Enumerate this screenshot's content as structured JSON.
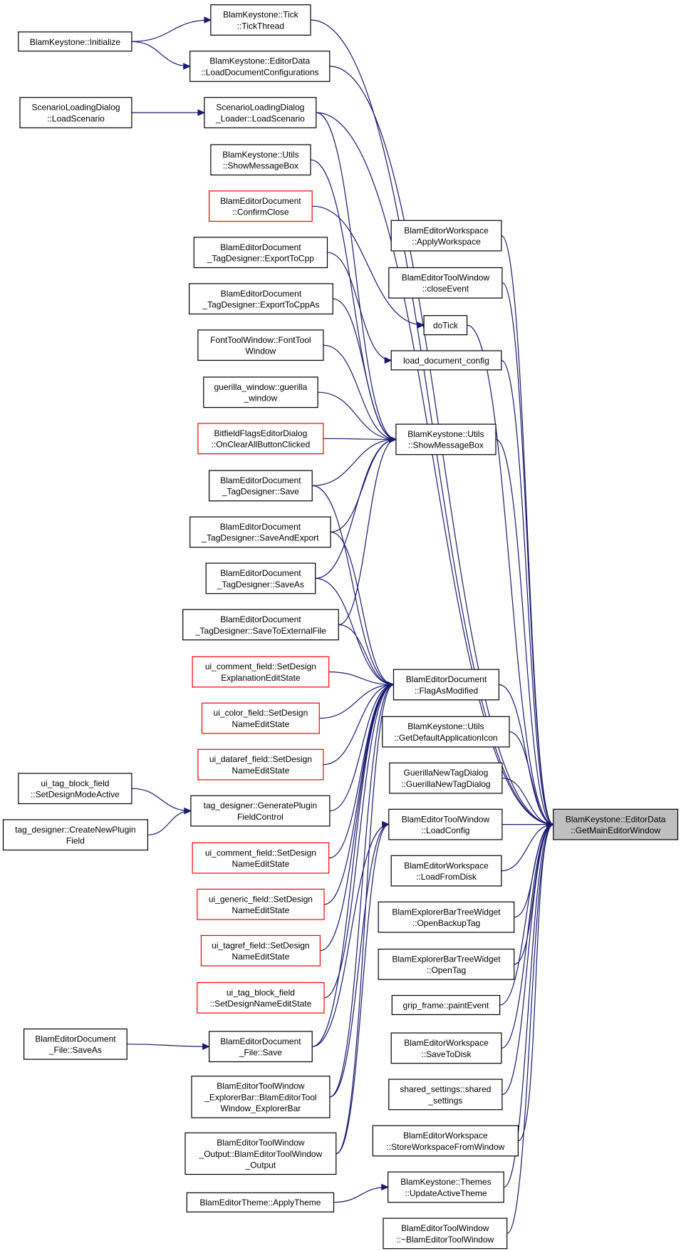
{
  "diagram": {
    "type": "caller-graph",
    "colors": {
      "edge": "#191970",
      "node_border": "#000000",
      "truncated_border": "#ff0000",
      "focus_fill": "#bfbfbf"
    },
    "nodes": [
      {
        "id": "tick",
        "lines": [
          "BlamKeystone::Tick",
          "::TickThread"
        ],
        "style": "normal"
      },
      {
        "id": "init",
        "lines": [
          "BlamKeystone::Initialize"
        ],
        "style": "normal"
      },
      {
        "id": "ldc",
        "lines": [
          "BlamKeystone::EditorData",
          "::LoadDocumentConfigurations"
        ],
        "style": "normal"
      },
      {
        "id": "sld_ls",
        "lines": [
          "ScenarioLoadingDialog",
          "::LoadScenario"
        ],
        "style": "normal"
      },
      {
        "id": "sldl_ls",
        "lines": [
          "ScenarioLoadingDialog",
          "_Loader::LoadScenario"
        ],
        "style": "normal"
      },
      {
        "id": "smb1",
        "lines": [
          "BlamKeystone::Utils",
          "::ShowMessageBox"
        ],
        "style": "normal"
      },
      {
        "id": "cc",
        "lines": [
          "BlamEditorDocument",
          "::ConfirmClose"
        ],
        "style": "red"
      },
      {
        "id": "etc",
        "lines": [
          "BlamEditorDocument",
          "_TagDesigner::ExportToCpp"
        ],
        "style": "normal"
      },
      {
        "id": "etca",
        "lines": [
          "BlamEditorDocument",
          "_TagDesigner::ExportToCppAs"
        ],
        "style": "normal"
      },
      {
        "id": "ftw",
        "lines": [
          "FontToolWindow::FontTool",
          "Window"
        ],
        "style": "normal"
      },
      {
        "id": "gw",
        "lines": [
          "guerilla_window::guerilla",
          "_window"
        ],
        "style": "normal"
      },
      {
        "id": "bfed",
        "lines": [
          "BitfieldFlagsEditorDialog",
          "::OnClearAllButtonClicked"
        ],
        "style": "red"
      },
      {
        "id": "save",
        "lines": [
          "BlamEditorDocument",
          "_TagDesigner::Save"
        ],
        "style": "normal"
      },
      {
        "id": "sae",
        "lines": [
          "BlamEditorDocument",
          "_TagDesigner::SaveAndExport"
        ],
        "style": "normal"
      },
      {
        "id": "saveas",
        "lines": [
          "BlamEditorDocument",
          "_TagDesigner::SaveAs"
        ],
        "style": "normal"
      },
      {
        "id": "stef",
        "lines": [
          "BlamEditorDocument",
          "_TagDesigner::SaveToExternalFile"
        ],
        "style": "normal"
      },
      {
        "id": "ucf_exp",
        "lines": [
          "ui_comment_field::SetDesign",
          "ExplanationEditState"
        ],
        "style": "red"
      },
      {
        "id": "ucolf",
        "lines": [
          "ui_color_field::SetDesign",
          "NameEditState"
        ],
        "style": "red"
      },
      {
        "id": "udrf",
        "lines": [
          "ui_dataref_field::SetDesign",
          "NameEditState"
        ],
        "style": "red"
      },
      {
        "id": "utbf_mode",
        "lines": [
          "ui_tag_block_field",
          "::SetDesignModeActive"
        ],
        "style": "normal"
      },
      {
        "id": "td_gpfc",
        "lines": [
          "tag_designer::GeneratePlugin",
          "FieldControl"
        ],
        "style": "normal"
      },
      {
        "id": "td_cnpf",
        "lines": [
          "tag_designer::CreateNewPlugin",
          "Field"
        ],
        "style": "normal"
      },
      {
        "id": "ucf_name",
        "lines": [
          "ui_comment_field::SetDesign",
          "NameEditState"
        ],
        "style": "red"
      },
      {
        "id": "ugf",
        "lines": [
          "ui_generic_field::SetDesign",
          "NameEditState"
        ],
        "style": "red"
      },
      {
        "id": "utrf",
        "lines": [
          "ui_tagref_field::SetDesign",
          "NameEditState"
        ],
        "style": "red"
      },
      {
        "id": "utbf_name",
        "lines": [
          "ui_tag_block_field",
          "::SetDesignNameEditState"
        ],
        "style": "red"
      },
      {
        "id": "bedf_saveas",
        "lines": [
          "BlamEditorDocument",
          "_File::SaveAs"
        ],
        "style": "normal"
      },
      {
        "id": "bedf_save",
        "lines": [
          "BlamEditorDocument",
          "_File::Save"
        ],
        "style": "normal"
      },
      {
        "id": "btweb",
        "lines": [
          "BlamEditorToolWindow",
          "_ExplorerBar::BlamEditorTool",
          "Window_ExplorerBar"
        ],
        "style": "normal"
      },
      {
        "id": "btwo",
        "lines": [
          "BlamEditorToolWindow",
          "_Output::BlamEditorToolWindow",
          "_Output"
        ],
        "style": "normal"
      },
      {
        "id": "bet_at",
        "lines": [
          "BlamEditorTheme::ApplyTheme"
        ],
        "style": "normal"
      },
      {
        "id": "bew_aw",
        "lines": [
          "BlamEditorWorkspace",
          "::ApplyWorkspace"
        ],
        "style": "normal"
      },
      {
        "id": "betw_ce",
        "lines": [
          "BlamEditorToolWindow",
          "::closeEvent"
        ],
        "style": "normal"
      },
      {
        "id": "dotick",
        "lines": [
          "doTick"
        ],
        "style": "normal"
      },
      {
        "id": "ldconf",
        "lines": [
          "load_document_config"
        ],
        "style": "normal"
      },
      {
        "id": "smb2",
        "lines": [
          "BlamKeystone::Utils",
          "::ShowMessageBox"
        ],
        "style": "normal"
      },
      {
        "id": "fam",
        "lines": [
          "BlamEditorDocument",
          "::FlagAsModified"
        ],
        "style": "normal"
      },
      {
        "id": "gdai",
        "lines": [
          "BlamKeystone::Utils",
          "::GetDefaultApplicationIcon"
        ],
        "style": "normal"
      },
      {
        "id": "gntd",
        "lines": [
          "GuerillaNewTagDialog",
          "::GuerillaNewTagDialog"
        ],
        "style": "normal"
      },
      {
        "id": "betw_lc",
        "lines": [
          "BlamEditorToolWindow",
          "::LoadConfig"
        ],
        "style": "normal"
      },
      {
        "id": "bew_lfd",
        "lines": [
          "BlamEditorWorkspace",
          "::LoadFromDisk"
        ],
        "style": "normal"
      },
      {
        "id": "ebtw_obt",
        "lines": [
          "BlamExplorerBarTreeWidget",
          "::OpenBackupTag"
        ],
        "style": "normal"
      },
      {
        "id": "ebtw_ot",
        "lines": [
          "BlamExplorerBarTreeWidget",
          "::OpenTag"
        ],
        "style": "normal"
      },
      {
        "id": "gf_pe",
        "lines": [
          "grip_frame::paintEvent"
        ],
        "style": "normal"
      },
      {
        "id": "bew_std",
        "lines": [
          "BlamEditorWorkspace",
          "::SaveToDisk"
        ],
        "style": "normal"
      },
      {
        "id": "ss",
        "lines": [
          "shared_settings::shared",
          "_settings"
        ],
        "style": "normal"
      },
      {
        "id": "bew_swfw",
        "lines": [
          "BlamEditorWorkspace",
          "::StoreWorkspaceFromWindow"
        ],
        "style": "normal"
      },
      {
        "id": "bkt_uat",
        "lines": [
          "BlamKeystone::Themes",
          "::UpdateActiveTheme"
        ],
        "style": "normal"
      },
      {
        "id": "betw_dtor",
        "lines": [
          "BlamEditorToolWindow",
          "::~BlamEditorToolWindow"
        ],
        "style": "normal"
      },
      {
        "id": "gmew",
        "lines": [
          "BlamKeystone::EditorData",
          "::GetMainEditorWindow"
        ],
        "style": "focus"
      }
    ],
    "edges": [
      [
        "init",
        "tick"
      ],
      [
        "init",
        "ldc"
      ],
      [
        "sld_ls",
        "sldl_ls"
      ],
      [
        "tick",
        "gmew"
      ],
      [
        "ldc",
        "gmew"
      ],
      [
        "cc",
        "dotick"
      ],
      [
        "etc",
        "ldconf"
      ],
      [
        "dotick",
        "gmew"
      ],
      [
        "ldconf",
        "gmew"
      ],
      [
        "bew_aw",
        "gmew"
      ],
      [
        "betw_ce",
        "gmew"
      ],
      [
        "sldl_ls",
        "smb2"
      ],
      [
        "smb1",
        "smb2"
      ],
      [
        "etca",
        "smb2"
      ],
      [
        "ftw",
        "smb2"
      ],
      [
        "gw",
        "smb2"
      ],
      [
        "bfed",
        "smb2"
      ],
      [
        "save",
        "smb2"
      ],
      [
        "sae",
        "smb2"
      ],
      [
        "saveas",
        "smb2"
      ],
      [
        "stef",
        "smb2"
      ],
      [
        "sldl_ls",
        "gmew"
      ],
      [
        "smb2",
        "gmew"
      ],
      [
        "save",
        "fam"
      ],
      [
        "sae",
        "fam"
      ],
      [
        "saveas",
        "fam"
      ],
      [
        "stef",
        "fam"
      ],
      [
        "ucf_exp",
        "fam"
      ],
      [
        "ucolf",
        "fam"
      ],
      [
        "udrf",
        "fam"
      ],
      [
        "td_gpfc",
        "fam"
      ],
      [
        "ucf_name",
        "fam"
      ],
      [
        "ugf",
        "fam"
      ],
      [
        "utrf",
        "fam"
      ],
      [
        "utbf_name",
        "fam"
      ],
      [
        "bedf_save",
        "fam"
      ],
      [
        "btweb",
        "fam"
      ],
      [
        "btwo",
        "fam"
      ],
      [
        "utbf_mode",
        "td_gpfc"
      ],
      [
        "td_cnpf",
        "td_gpfc"
      ],
      [
        "bedf_saveas",
        "bedf_save"
      ],
      [
        "bedf_save",
        "betw_lc"
      ],
      [
        "btweb",
        "betw_lc"
      ],
      [
        "btwo",
        "betw_lc"
      ],
      [
        "bet_at",
        "bkt_uat"
      ],
      [
        "fam",
        "gmew"
      ],
      [
        "gdai",
        "gmew"
      ],
      [
        "gntd",
        "gmew"
      ],
      [
        "betw_lc",
        "gmew"
      ],
      [
        "bew_lfd",
        "gmew"
      ],
      [
        "ebtw_obt",
        "gmew"
      ],
      [
        "ebtw_ot",
        "gmew"
      ],
      [
        "gf_pe",
        "gmew"
      ],
      [
        "bew_std",
        "gmew"
      ],
      [
        "ss",
        "gmew"
      ],
      [
        "bew_swfw",
        "gmew"
      ],
      [
        "bkt_uat",
        "gmew"
      ],
      [
        "betw_dtor",
        "gmew"
      ]
    ]
  }
}
